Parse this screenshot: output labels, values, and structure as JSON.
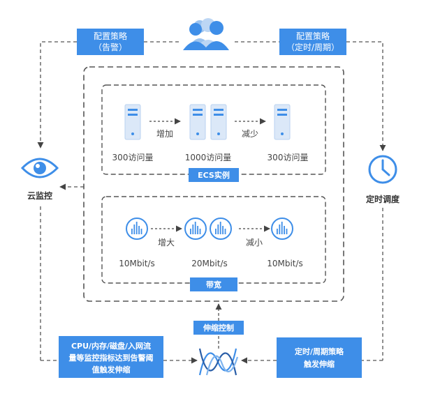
{
  "users_icon": "users-icon",
  "colors": {
    "accent": "#3e8ee8",
    "server_light": "#dbe8f8",
    "text": "#444444",
    "dash": "#555555"
  },
  "policy_alarm": {
    "line1": "配置策略",
    "line2": "（告警）"
  },
  "policy_schedule": {
    "line1": "配置策略",
    "line2": "（定时/周期）"
  },
  "cloud_monitor": {
    "label": "云监控",
    "icon": "eye-icon"
  },
  "scheduled": {
    "label": "定时调度",
    "icon": "clock-icon"
  },
  "ecs": {
    "badge": "ECS实例",
    "servers": [
      {
        "label": "300访问量",
        "count": 1
      },
      {
        "label": "1000访问量",
        "count": 2
      },
      {
        "label": "300访问量",
        "count": 1
      }
    ],
    "arrow_increase": "增加",
    "arrow_decrease": "减少"
  },
  "bandwidth": {
    "badge": "带宽",
    "items": [
      {
        "label": "10Mbit/s",
        "count": 1
      },
      {
        "label": "20Mbit/s",
        "count": 2
      },
      {
        "label": "10Mbit/s",
        "count": 1
      }
    ],
    "arrow_increase": "增大",
    "arrow_decrease": "减小"
  },
  "scaling_control": "伸缩控制",
  "metrics_box": {
    "line1": "CPU/内存/磁盘/入网流",
    "line2": "量等监控指标达到告警阈",
    "line3": "值触发伸缩"
  },
  "timer_box": {
    "line1": "定时/周期策略",
    "line2": "触发伸缩"
  },
  "engine_icon": "scaling-engine-icon"
}
